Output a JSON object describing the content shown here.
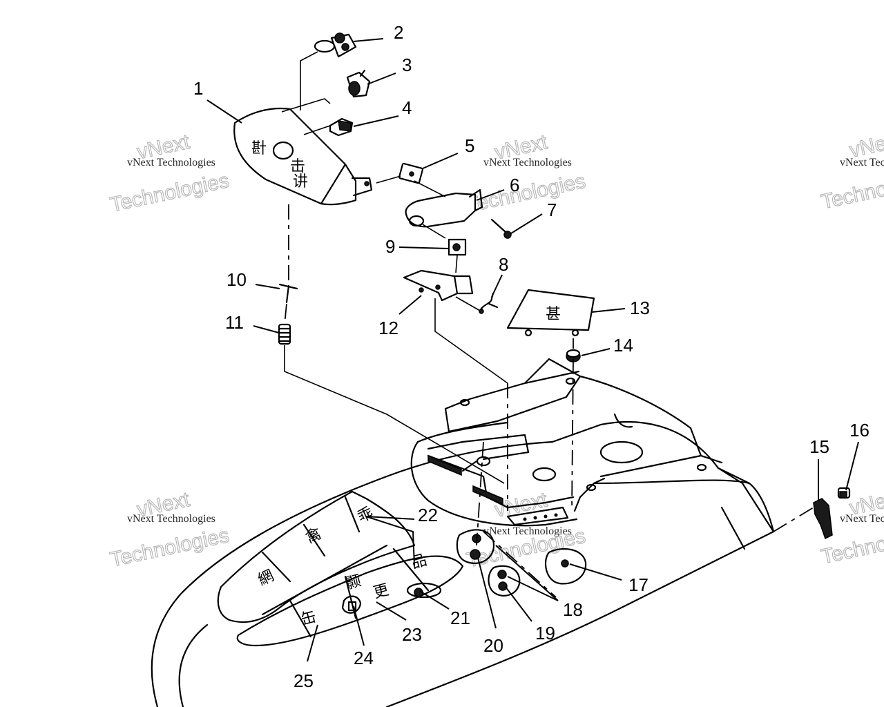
{
  "callouts": [
    "1",
    "2",
    "3",
    "4",
    "5",
    "6",
    "7",
    "8",
    "9",
    "10",
    "11",
    "12",
    "13",
    "14",
    "15",
    "16",
    "17",
    "18",
    "19",
    "20",
    "21",
    "22",
    "23",
    "24",
    "25"
  ],
  "watermark": {
    "company": "vNext Technologies",
    "brand_top": "vNext",
    "brand_bottom": "Technologies"
  },
  "colors": {
    "line": "#000000",
    "background": "#ffffff",
    "watermark": "#999999"
  }
}
